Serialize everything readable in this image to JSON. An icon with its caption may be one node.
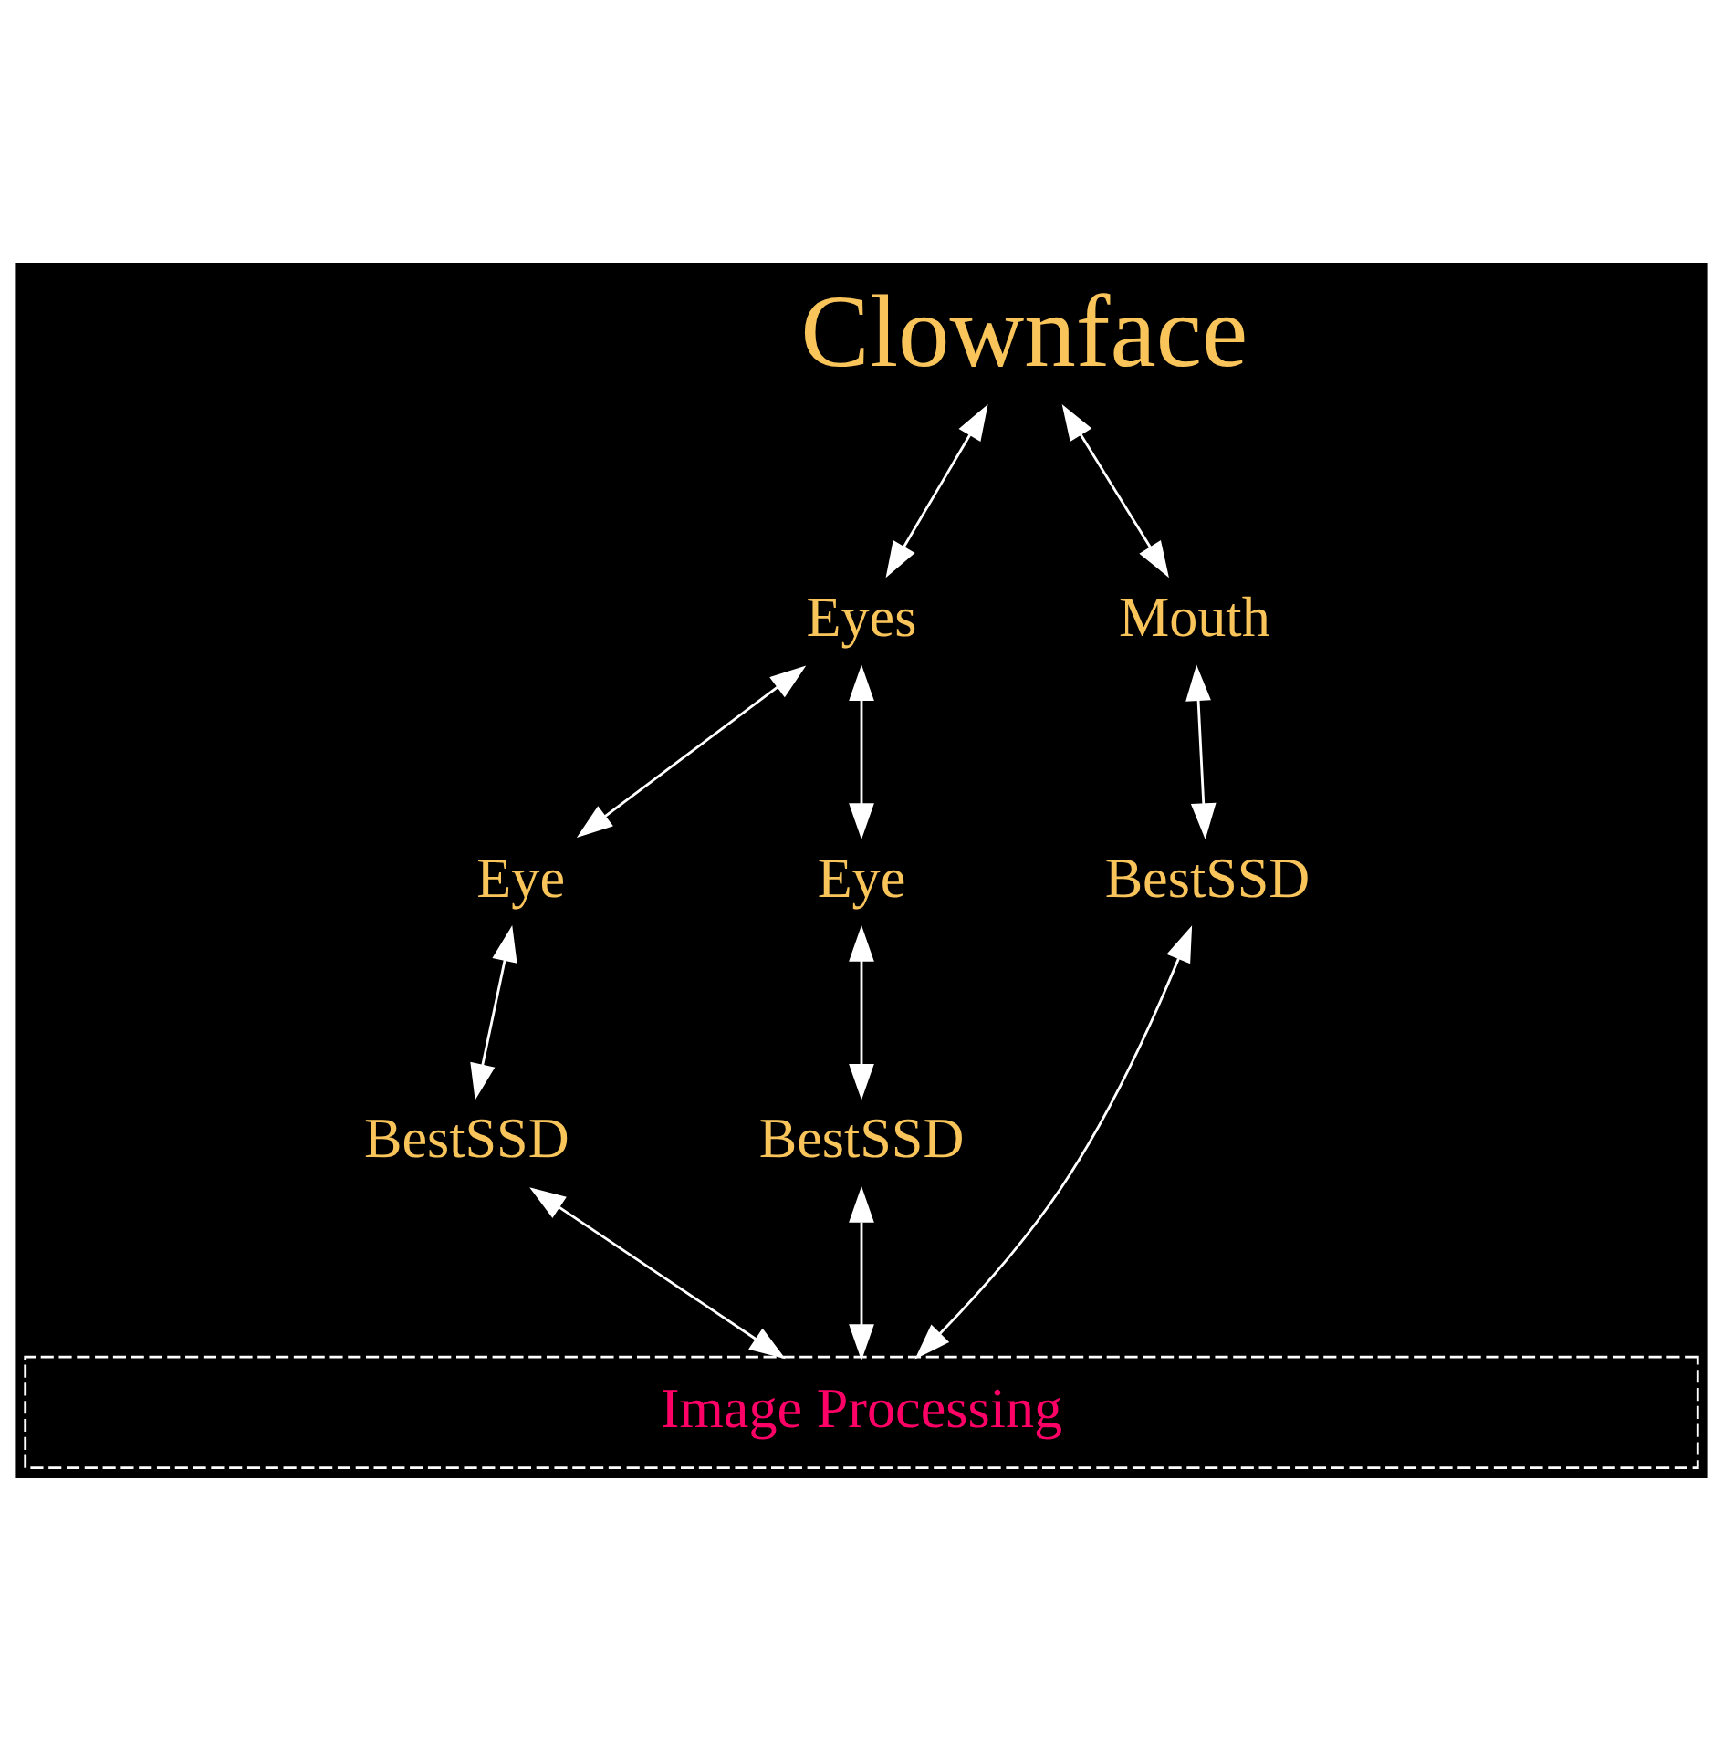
{
  "diagram": {
    "nodes": [
      {
        "text": [
          "Clownface"
        ]
      },
      {
        "text": [
          "Eyes"
        ]
      },
      {
        "text": [
          "Mouth"
        ]
      },
      {
        "text": [
          "BestSSD"
        ]
      },
      {
        "text": [
          "Eye"
        ]
      },
      {
        "text": [
          "Eye"
        ]
      },
      {
        "text": [
          "BestSSD"
        ]
      },
      {
        "text": [
          "BestSSD"
        ]
      },
      {
        "text": [
          "Image Processing"
        ]
      }
    ],
    "edges": [
      {
        "from": 0,
        "to": 1,
        "arrow": "both"
      },
      {
        "from": 0,
        "to": 2,
        "arrow": "both"
      },
      {
        "from": 1,
        "to": 4,
        "arrow": "both"
      },
      {
        "from": 1,
        "to": 5,
        "arrow": "both"
      },
      {
        "from": 2,
        "to": 3,
        "arrow": "both"
      },
      {
        "from": 4,
        "to": 6,
        "arrow": "both"
      },
      {
        "from": 5,
        "to": 7,
        "arrow": "both"
      },
      {
        "from": 6,
        "to": 8,
        "arrow": "both"
      },
      {
        "from": 7,
        "to": 8,
        "arrow": "both"
      },
      {
        "from": 3,
        "to": 8,
        "arrow": "both"
      }
    ]
  }
}
